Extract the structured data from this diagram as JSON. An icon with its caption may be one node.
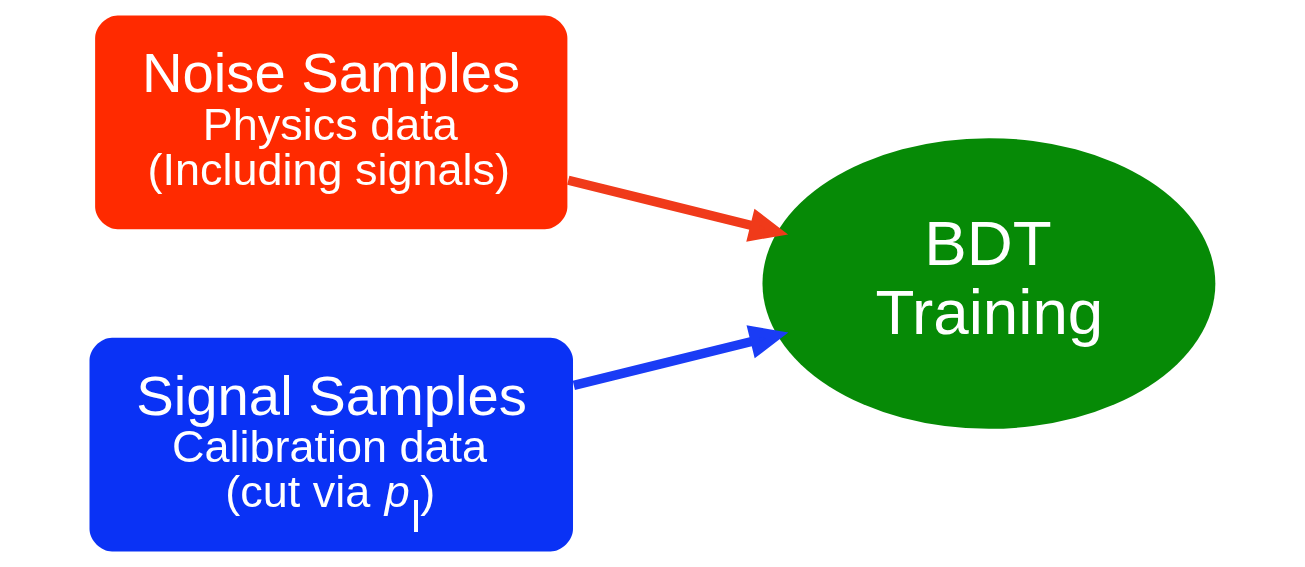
{
  "diagram": {
    "nodes": [
      {
        "text": [
          "Noise Samples",
          "Physics data (Including signals)"
        ]
      },
      {
        "text": [
          "Signal Samples",
          "Calibration data (cut via *p*$_{l}$)"
        ]
      },
      {
        "text": [
          "BDT Training"
        ]
      }
    ],
    "edges": [
      {
        "from": 0,
        "to": 2,
        "arrow": "to",
        "color": "#f03a1a"
      },
      {
        "from": 1,
        "to": 2,
        "arrow": "to",
        "color": "#1a3cf5"
      }
    ]
  }
}
